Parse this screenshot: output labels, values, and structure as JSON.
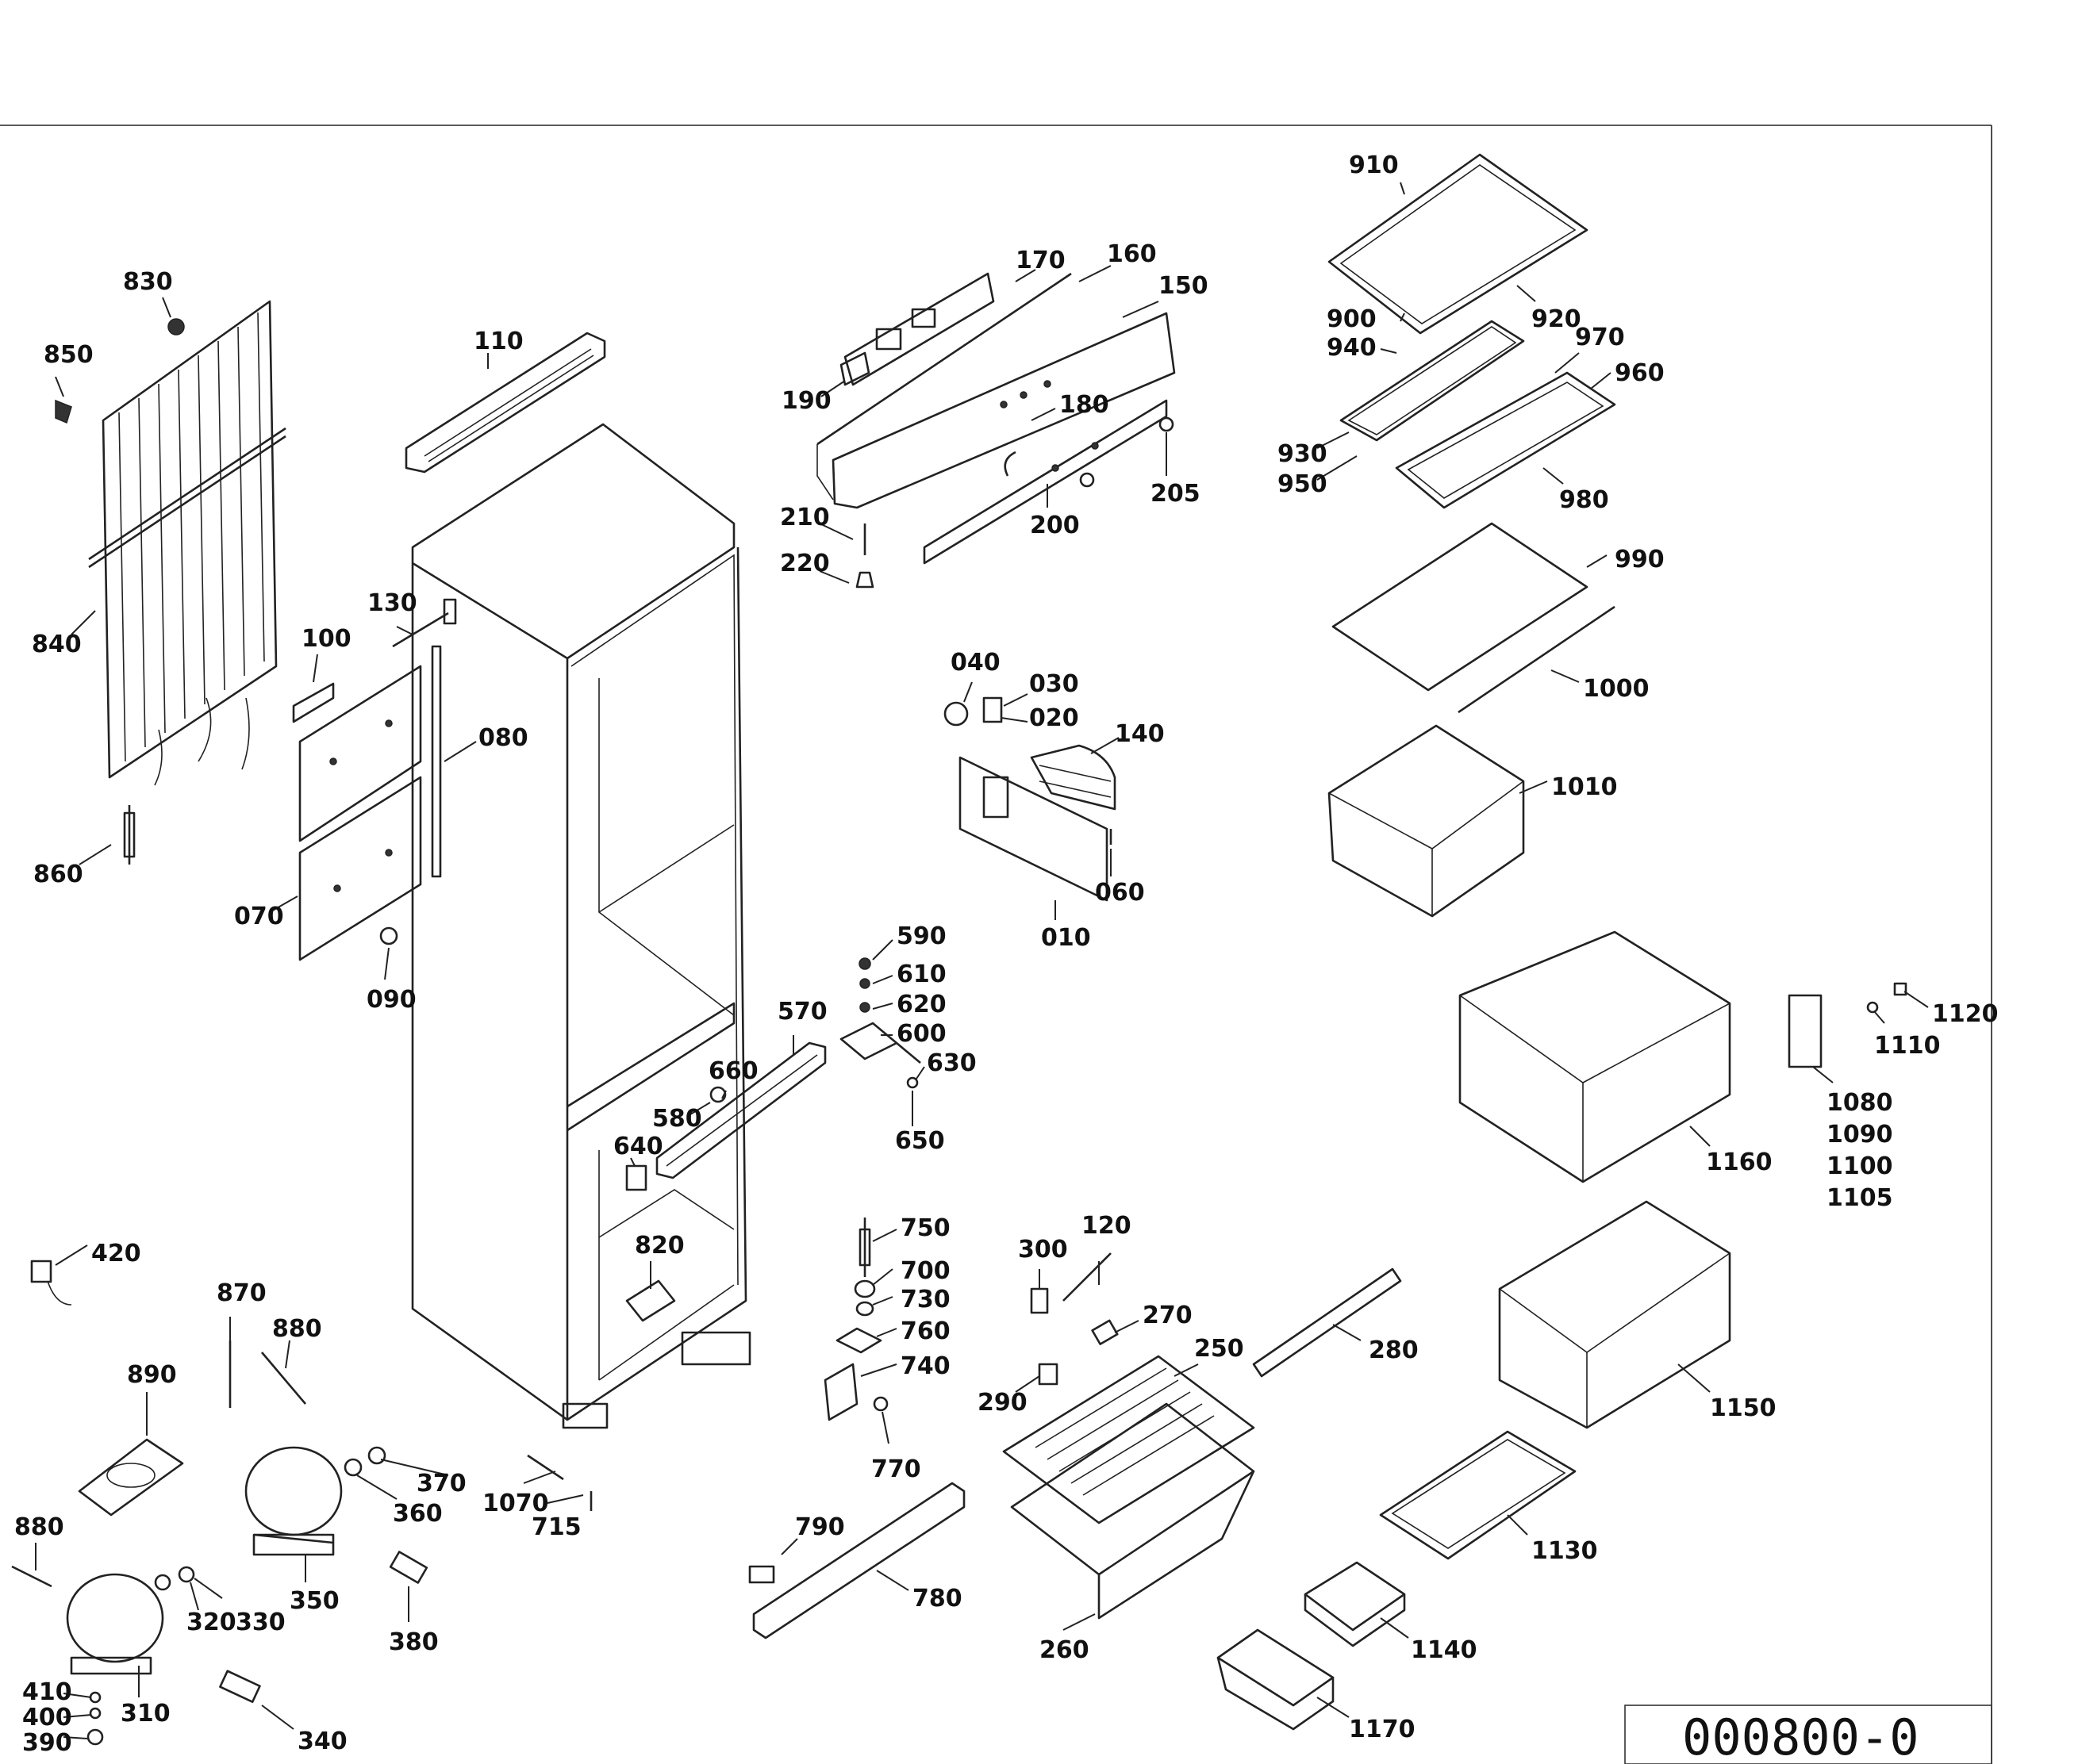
{
  "drawing_number": "000800-0",
  "labels": {
    "l910": "910",
    "l900": "900",
    "l920": "920",
    "l940": "940",
    "l970": "970",
    "l960": "960",
    "l930": "930",
    "l950": "950",
    "l980": "980",
    "l990": "990",
    "l1000": "1000",
    "l1010": "1010",
    "l170": "170",
    "l160": "160",
    "l150": "150",
    "l190": "190",
    "l180": "180",
    "l205": "205",
    "l200": "200",
    "l210": "210",
    "l220": "220",
    "l110": "110",
    "l830": "830",
    "l850": "850",
    "l840": "840",
    "l860": "860",
    "l130": "130",
    "l100": "100",
    "l080": "080",
    "l070": "070",
    "l090": "090",
    "l040": "040",
    "l030": "030",
    "l020": "020",
    "l140": "140",
    "l060": "060",
    "l010": "010",
    "l590": "590",
    "l610": "610",
    "l620": "620",
    "l600": "600",
    "l630": "630",
    "l650": "650",
    "l570": "570",
    "l660": "660",
    "l580": "580",
    "l640": "640",
    "l820": "820",
    "l750": "750",
    "l700": "700",
    "l730": "730",
    "l760": "760",
    "l740": "740",
    "l770": "770",
    "l300": "300",
    "l120": "120",
    "l270": "270",
    "l250": "250",
    "l280": "280",
    "l290": "290",
    "l260": "260",
    "l1160": "1160",
    "l1150": "1150",
    "l1080": "1080",
    "l1090": "1090",
    "l1100": "1100",
    "l1105": "1105",
    "l1110": "1110",
    "l1120": "1120",
    "l1130": "1130",
    "l1140": "1140",
    "l1170": "1170",
    "l420": "420",
    "l870": "870",
    "l880a": "880",
    "l880b": "880",
    "l890": "890",
    "l370": "370",
    "l360": "360",
    "l350": "350",
    "l1070": "1070",
    "l715": "715",
    "l380": "380",
    "l320": "320",
    "l330": "330",
    "l310": "310",
    "l410": "410",
    "l400": "400",
    "l390": "390",
    "l340": "340",
    "l790": "790",
    "l780": "780"
  }
}
